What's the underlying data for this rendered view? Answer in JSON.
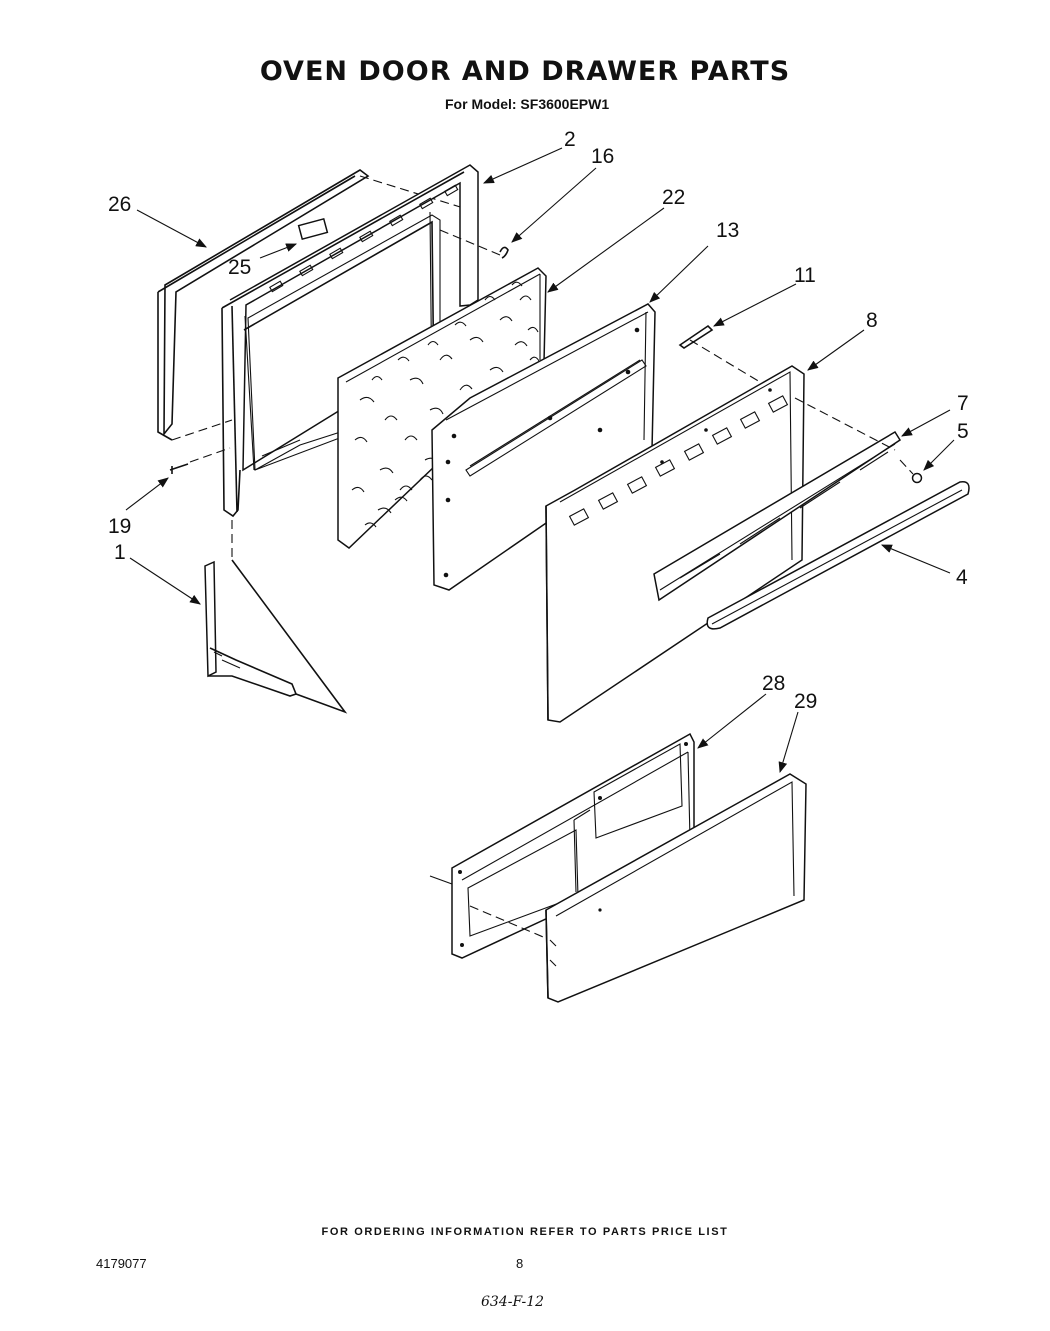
{
  "header": {
    "title": "OVEN DOOR AND  DRAWER PARTS",
    "subtitle": "For Model: SF3600EPW1"
  },
  "callouts": {
    "p2": "2",
    "p16": "16",
    "p26": "26",
    "p22": "22",
    "p13": "13",
    "p25": "25",
    "p11": "11",
    "p8": "8",
    "p7": "7",
    "p5": "5",
    "p19": "19",
    "p1": "1",
    "p4": "4",
    "p28": "28",
    "p29": "29"
  },
  "footer": {
    "note": "FOR ORDERING INFORMATION REFER TO PARTS PRICE LIST",
    "doc_number": "4179077",
    "page_number": "8",
    "handwritten": "634-F-12"
  }
}
